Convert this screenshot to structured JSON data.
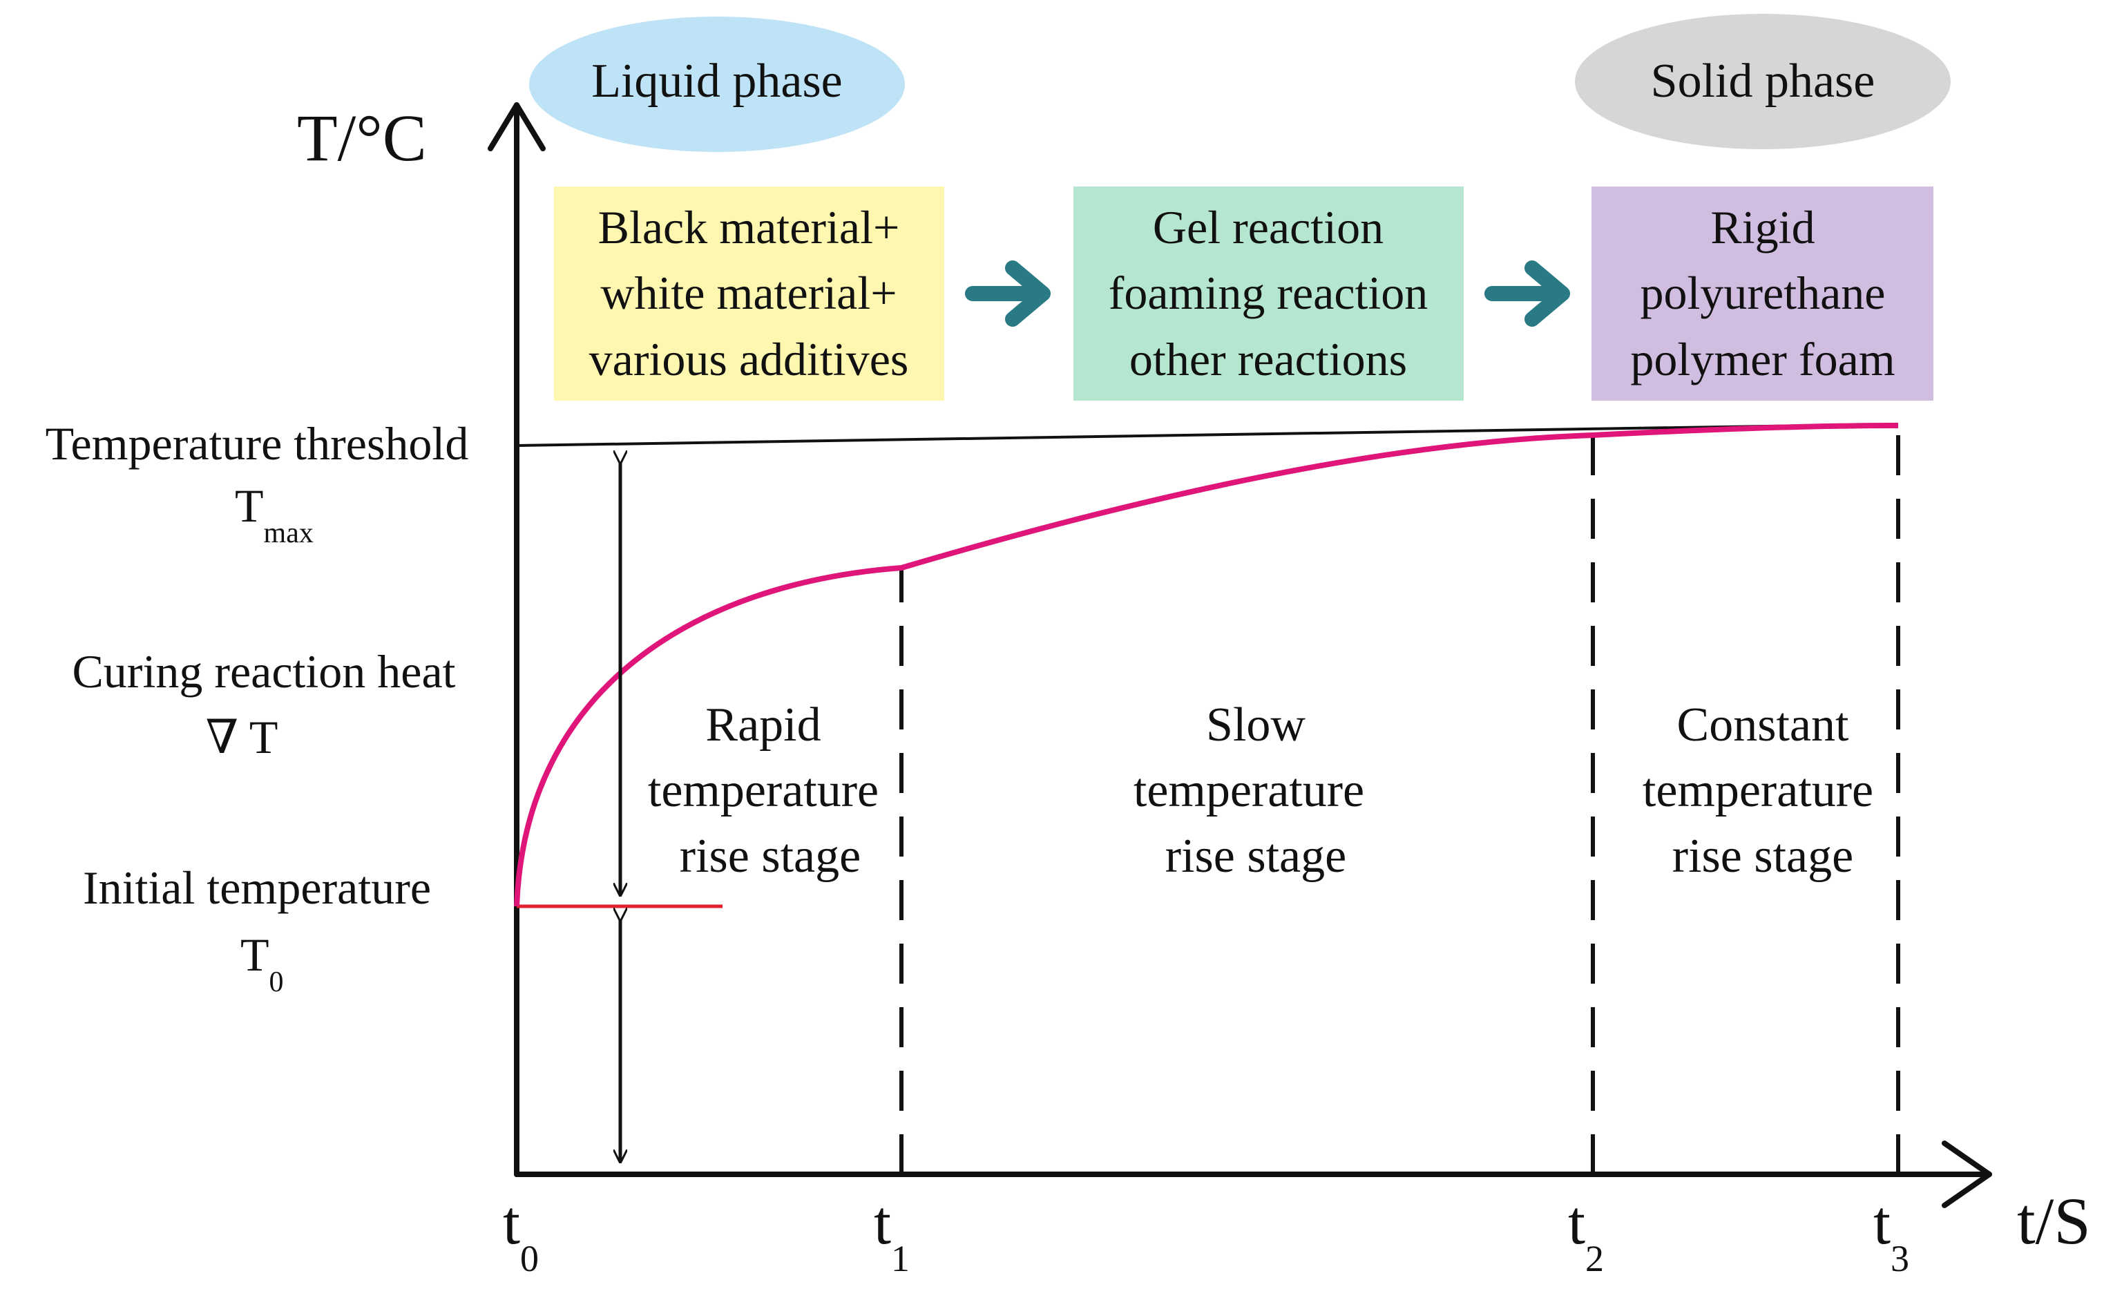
{
  "axes": {
    "y_label": "T/°C",
    "x_label": "t/S",
    "ticks": [
      {
        "base": "t",
        "sub": "0"
      },
      {
        "base": "t",
        "sub": "1"
      },
      {
        "base": "t",
        "sub": "2"
      },
      {
        "base": "t",
        "sub": "3"
      }
    ]
  },
  "phases": {
    "liquid": "Liquid phase",
    "solid": "Solid phase"
  },
  "boxes": {
    "materials": [
      "Black material+",
      "white material+",
      "various additives"
    ],
    "reactions": [
      "Gel reaction",
      "foaming reaction",
      "other reactions"
    ],
    "product": [
      "Rigid",
      "polyurethane",
      "polymer foam"
    ]
  },
  "labels": {
    "threshold": "Temperature threshold",
    "threshold_symbol": {
      "base": "T",
      "sub": "max"
    },
    "reaction_heat": "Curing reaction heat",
    "reaction_heat_symbol": "∇ T",
    "initial": "Initial temperature",
    "initial_symbol": {
      "base": "T",
      "sub": "0"
    }
  },
  "stages": {
    "rapid": [
      "Rapid",
      "temperature",
      "rise stage"
    ],
    "slow": [
      "Slow",
      "temperature",
      "rise stage"
    ],
    "constant": [
      "Constant",
      "temperature",
      "rise stage"
    ]
  },
  "colors": {
    "liquid_ellipse": "#bfe3f6",
    "solid_ellipse": "#d6d6d6",
    "materials_box": "#fdf7b0",
    "reactions_box": "#b5e6cf",
    "product_box": "#d1bde0",
    "flow_arrow": "#2a7a86",
    "curve": "#e0157a",
    "initial_line": "#e0202e"
  }
}
